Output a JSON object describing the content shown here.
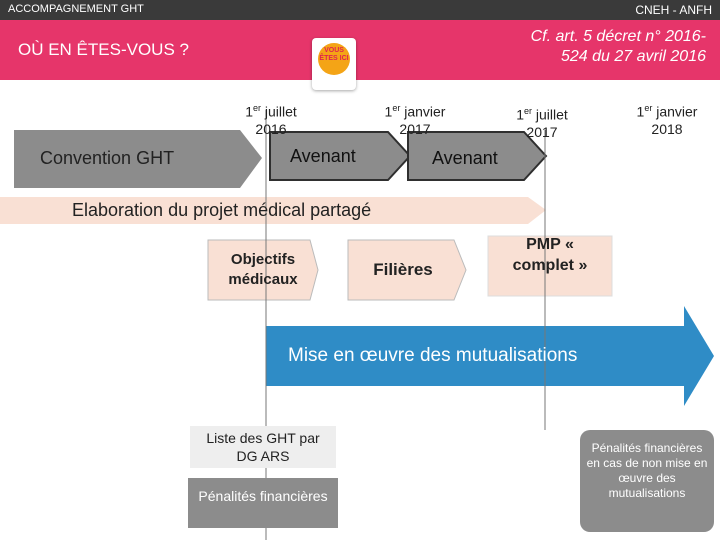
{
  "header": {
    "left": "ACCOMPAGNEMENT GHT",
    "right": "CNEH - ANFH"
  },
  "banner": {
    "title": "OÙ EN ÊTES-VOUS ?",
    "reference_line1": "Cf. art. 5 décret n° 2016-",
    "reference_line2": "524 du 27 avril 2016",
    "badge": "VOUS ÊTES ICI"
  },
  "dates": [
    {
      "sup": "er",
      "prefix": "1",
      "month": " juillet",
      "year": "2016"
    },
    {
      "sup": "er",
      "prefix": "1",
      "month": " janvier",
      "year": "2017"
    },
    {
      "sup": "er",
      "prefix": "1",
      "month": " juillet",
      "year": "2017"
    },
    {
      "sup": "er",
      "prefix": "1",
      "month": " janvier",
      "year": "2018"
    }
  ],
  "arrows": {
    "convention": "Convention GHT",
    "avenant1": "Avenant",
    "avenant2": "Avenant",
    "elaboration": "Elaboration du projet médical partagé",
    "mise_en_oeuvre": "Mise en œuvre des mutualisations"
  },
  "steps": {
    "objectifs": "Objectifs médicaux",
    "filieres": "Filières",
    "pmp": "PMP « complet »"
  },
  "boxes": {
    "liste": "Liste des GHT par DG ARS",
    "penalites": "Pénalités financières",
    "penalites_right": "Pénalités financières en cas de non mise en œuvre des mutualisations"
  },
  "colors": {
    "accent": "#e6356a",
    "topbar": "#3a3a3a",
    "peach": "#f9e0d4",
    "blue": "#2f8cc6",
    "grey": "#8c8c8c"
  }
}
